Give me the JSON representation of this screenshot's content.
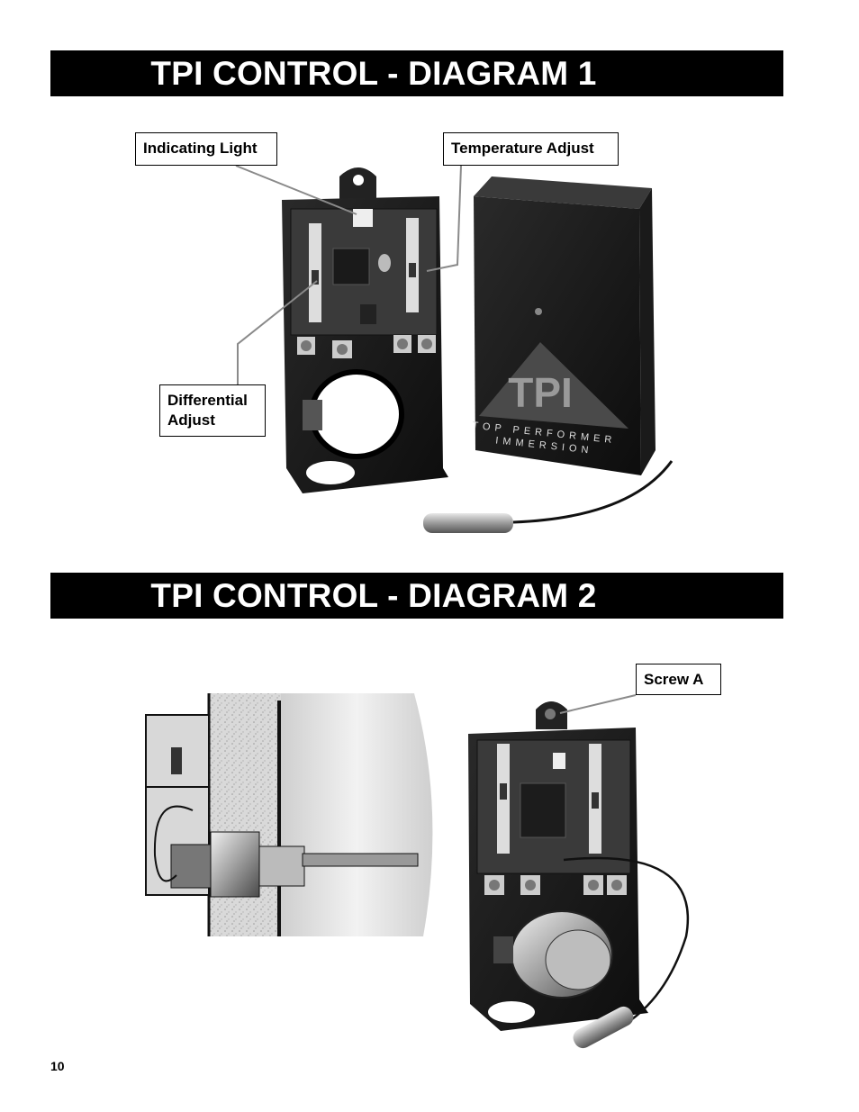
{
  "banners": {
    "diagram1": "TPI CONTROL - DIAGRAM 1",
    "diagram2": "TPI CONTROL - DIAGRAM 2"
  },
  "callouts": {
    "indicating_light": "Indicating Light",
    "temperature_adjust": "Temperature Adjust",
    "differential_adjust_line1": "Differential",
    "differential_adjust_line2": "Adjust",
    "screw_a": "Screw A"
  },
  "cover": {
    "brand": "TPI",
    "line1": "TOP PERFORMER",
    "line2": "IMMERSION"
  },
  "page_number": "10"
}
